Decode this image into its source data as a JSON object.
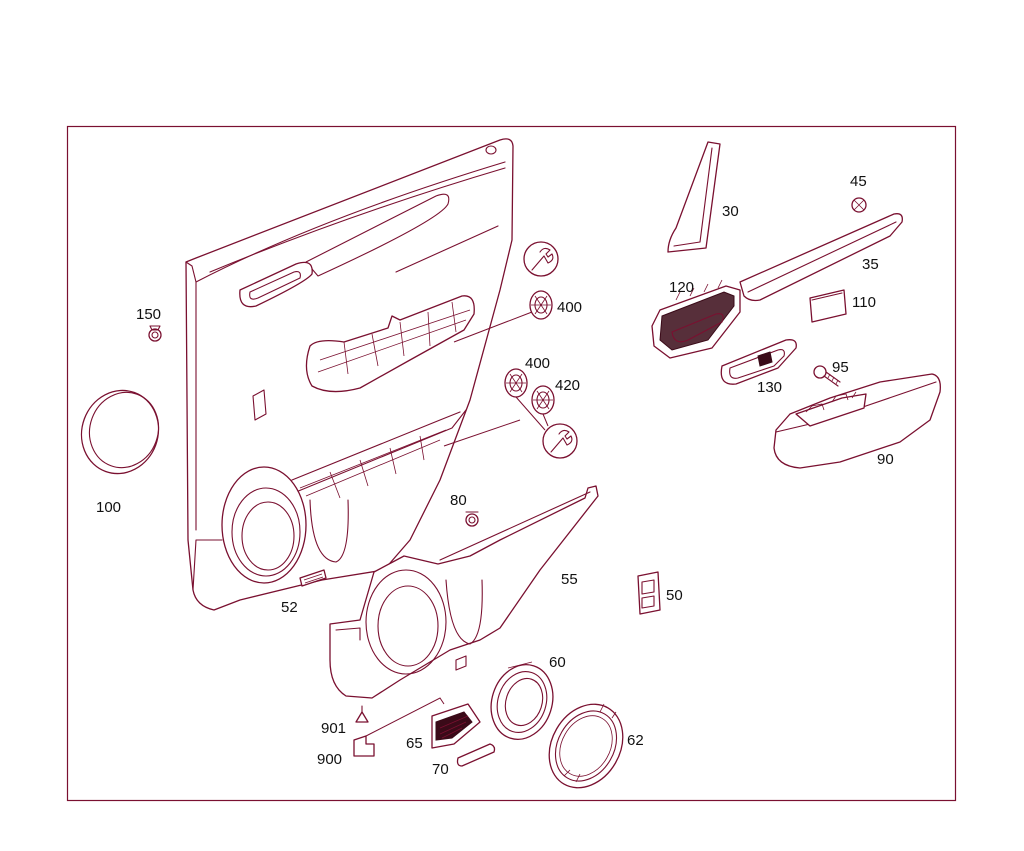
{
  "colors": {
    "line": "#7a1030",
    "text": "#111111",
    "frame": "#7a1030",
    "background": "#ffffff"
  },
  "icons": [
    "wrench-icon"
  ],
  "part_labels": {
    "p150": "150",
    "p100": "100",
    "p52": "52",
    "p80": "80",
    "p55": "55",
    "p400a": "400",
    "p400b": "400",
    "p420": "420",
    "p30": "30",
    "p45": "45",
    "p35": "35",
    "p120": "120",
    "p110": "110",
    "p130": "130",
    "p95": "95",
    "p90": "90",
    "p50": "50",
    "p60": "60",
    "p62": "62",
    "p65": "65",
    "p70": "70",
    "p900": "900",
    "p901": "901"
  }
}
